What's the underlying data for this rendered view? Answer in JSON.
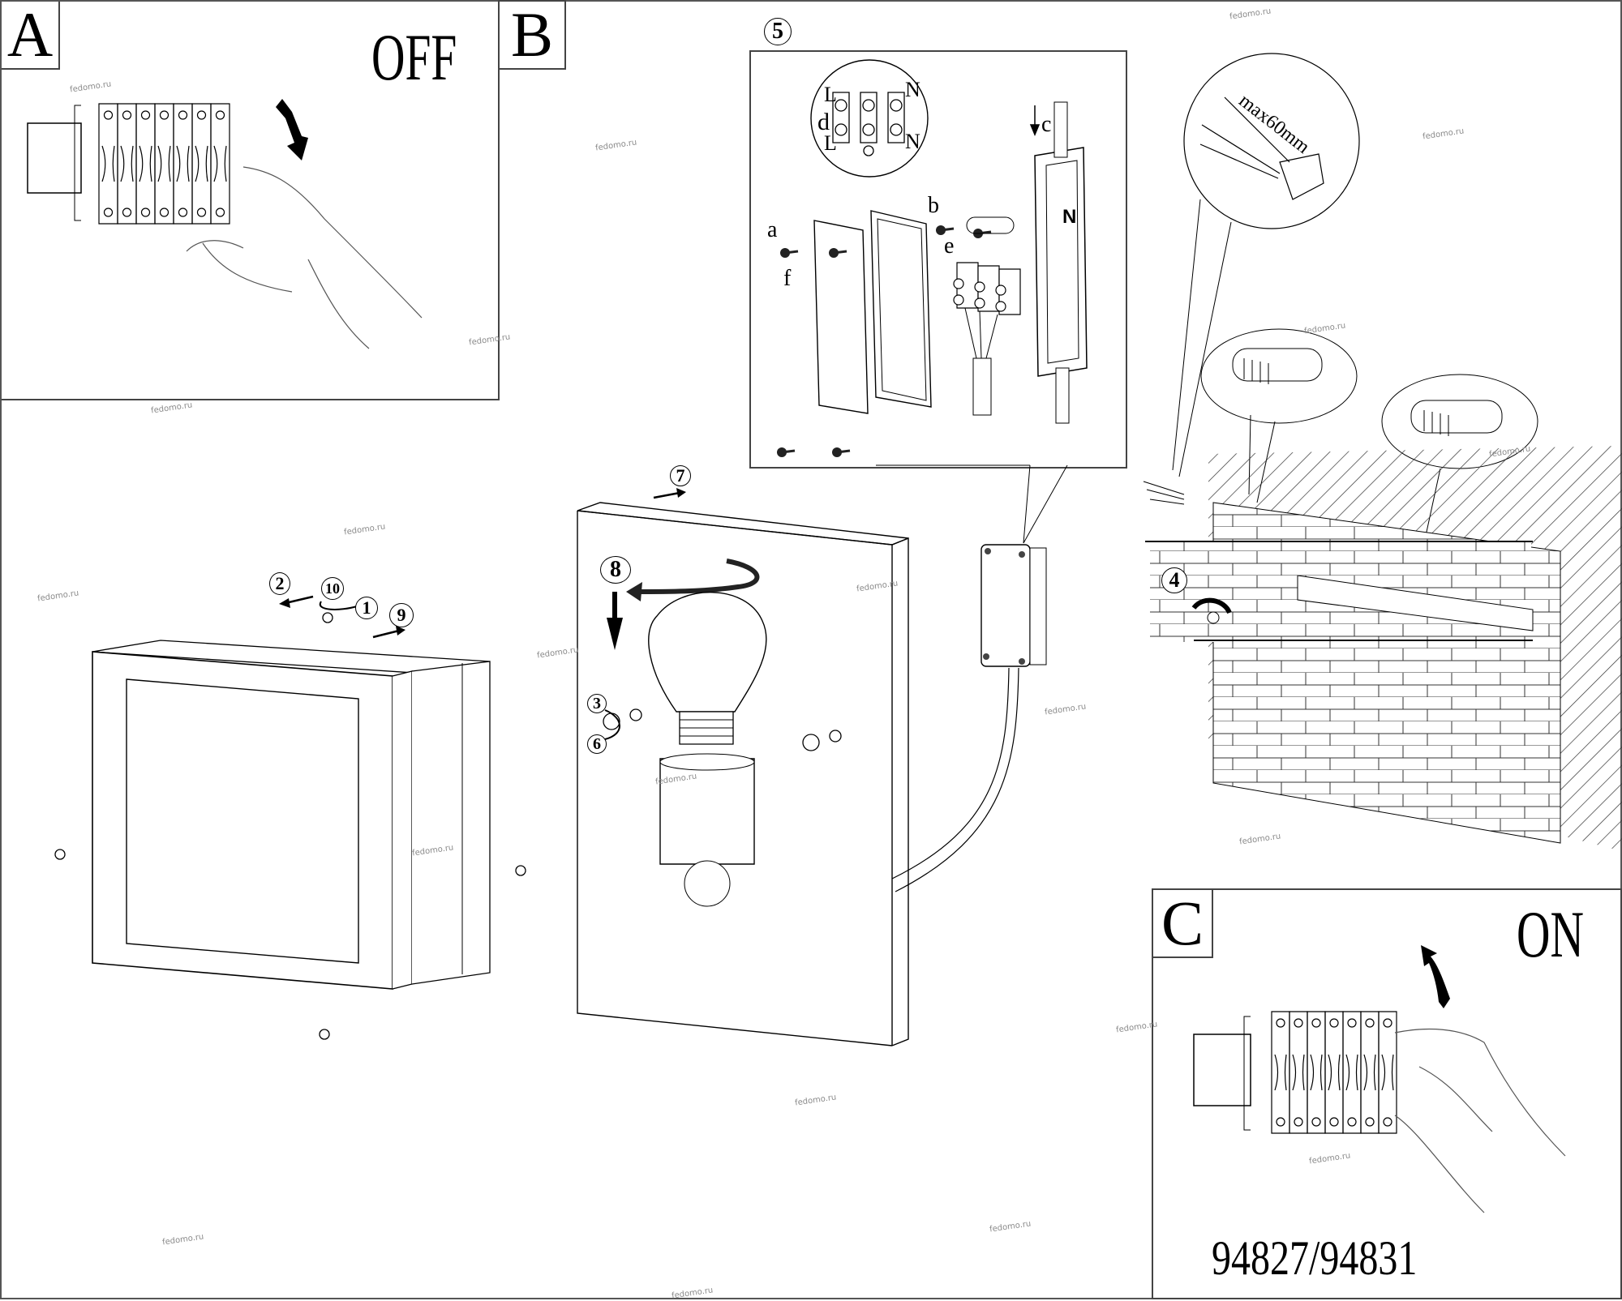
{
  "document": {
    "type": "installation-instructions",
    "model_number": "94827/94831"
  },
  "panels": {
    "a": {
      "tag": "A",
      "state_label": "OFF"
    },
    "b": {
      "tag": "B"
    },
    "c": {
      "tag": "C",
      "state_label": "ON"
    }
  },
  "steps": {
    "s1": "1",
    "s2": "2",
    "s3": "3",
    "s4": "4",
    "s5": "5",
    "s6": "6",
    "s7": "7",
    "s8": "8",
    "s9": "9",
    "s10": "10"
  },
  "junction_box": {
    "labels": {
      "a": "a",
      "b": "b",
      "c": "c",
      "d": "d",
      "e": "e",
      "f": "f"
    },
    "terminal_labels": {
      "l_top": "L",
      "l_bottom": "L",
      "n_top": "N",
      "n_bottom": "N",
      "box_n": "N"
    }
  },
  "cable_detail": {
    "strip_length": "max60mm"
  },
  "watermark": "fedomo.ru"
}
